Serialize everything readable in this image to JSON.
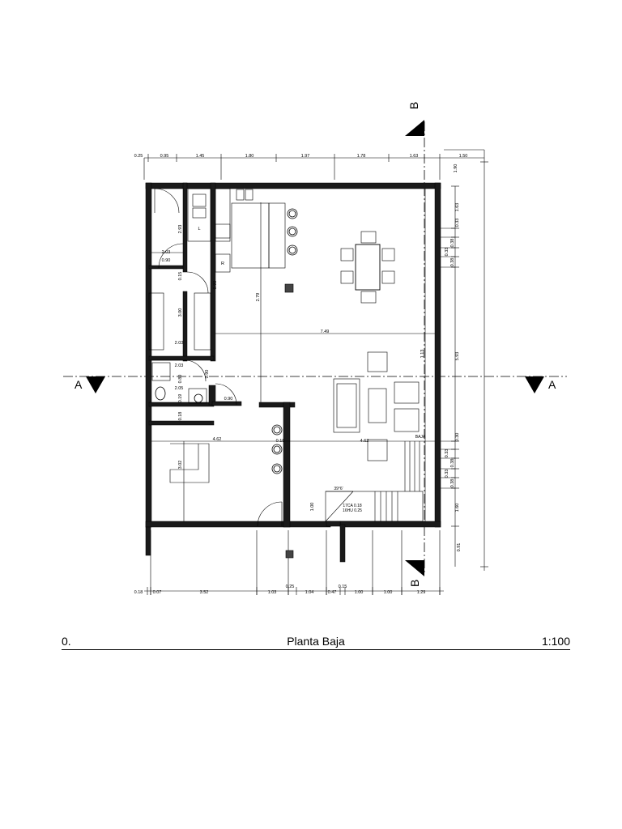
{
  "title_block": {
    "number": "0.",
    "name": "Planta Baja",
    "scale": "1:100"
  },
  "section_marks": {
    "a": "A",
    "b": "B"
  },
  "dims_top": [
    "0.25",
    "0.95",
    "1.45",
    "1.80",
    "1.97",
    "1.78",
    "1.63",
    "1.50"
  ],
  "dims_bottom": [
    "0.18",
    "0.07",
    "3.52",
    "1.03",
    "0.25",
    "1.04",
    "0.47",
    "0.15",
    "1.00",
    "1.00",
    "1.29"
  ],
  "dims_right": [
    "1.90",
    "1.63",
    "0.33",
    "0.38",
    "0.33",
    "0.38",
    "5.93",
    "0.30",
    "0.33",
    "0.38",
    "0.33",
    "0.38",
    "1.60",
    "0.91"
  ],
  "dims_interior": {
    "d1": "2.03",
    "d2": "0.90",
    "d3": "2.03",
    "d4": "0.15",
    "d5": "0.90",
    "d6": "3.00",
    "d7": "2.03",
    "d8": "2.05",
    "d9": "0.90",
    "d10": "0.18",
    "d11": "7.49",
    "d12": "2.79",
    "d13": "1.13",
    "d14": "4.62",
    "d15": "0.18",
    "d16": "4.62",
    "d17": "3.02",
    "d18": "1.00",
    "d19": "0.80",
    "d20": "2.93",
    "d21": "0.90",
    "d22": "0.19"
  },
  "stair": {
    "angle": "39°6'",
    "steps_a": "17CA 0.18",
    "steps_b": "16HU 0.25",
    "label": "BAJA"
  },
  "fixtures": {
    "fridge": "R",
    "sink_label": "L"
  }
}
